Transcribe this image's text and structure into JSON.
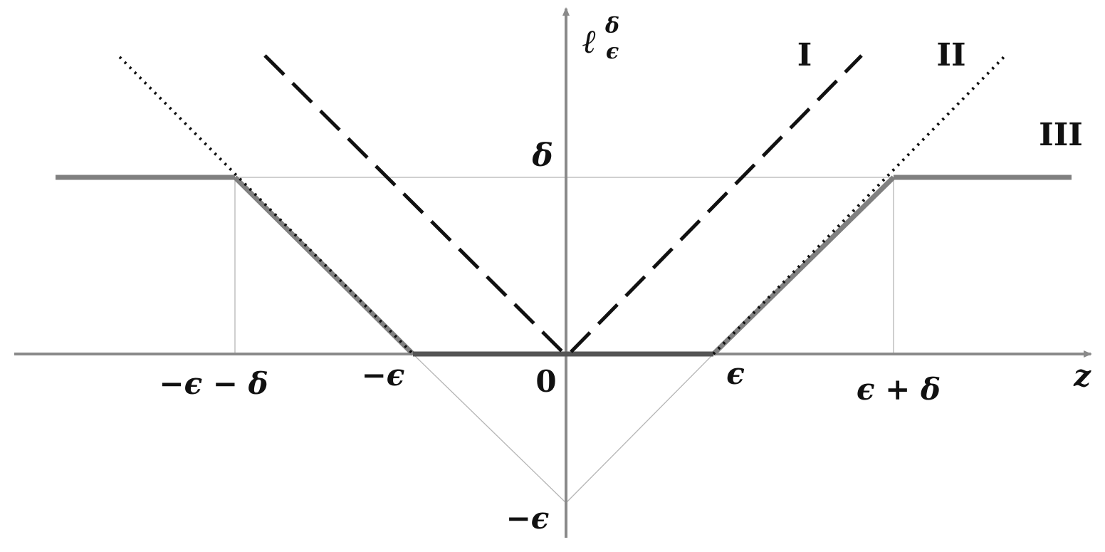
{
  "diagram": {
    "axis_labels": {
      "y": "ℓ",
      "y_superscript": "δ",
      "y_subscript": "ϵ",
      "x": "z"
    },
    "tick_labels": {
      "x_neg_eps_minus_delta": "−ϵ − δ",
      "x_neg_eps": "−ϵ",
      "x_zero": "0",
      "x_eps": "ϵ",
      "x_eps_plus_delta": "ϵ + δ",
      "y_delta": "δ",
      "y_neg_eps": "−ϵ"
    },
    "curve_labels": {
      "I": "I",
      "II": "II",
      "III": "III"
    },
    "colors": {
      "axis": "#8a8a8a",
      "curve_I": "#111111",
      "curve_II": "#111111",
      "curve_III": "#808080",
      "flat_segment": "#555555",
      "guide": "#b5b5b5",
      "text": "#111111"
    }
  }
}
